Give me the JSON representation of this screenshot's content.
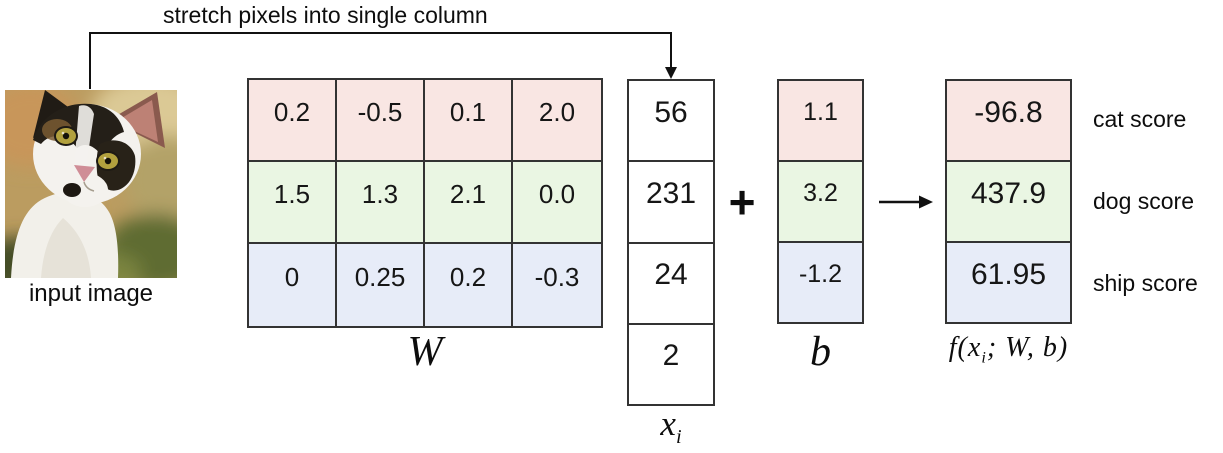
{
  "diagram": {
    "stretch_label": "stretch pixels into single column",
    "input_image_label": "input image",
    "plus_operator": "+"
  },
  "icons": {
    "stretch_arrow": "elbow-arrow-down",
    "result_arrow": "right-arrow",
    "input_image": "cat-photo"
  },
  "w_matrix": {
    "label": "W",
    "rows": [
      {
        "color_name": "pink",
        "values": [
          "0.2",
          "-0.5",
          "0.1",
          "2.0"
        ]
      },
      {
        "color_name": "green",
        "values": [
          "1.5",
          "1.3",
          "2.1",
          "0.0"
        ]
      },
      {
        "color_name": "blue",
        "values": [
          "0",
          "0.25",
          "0.2",
          "-0.3"
        ]
      }
    ]
  },
  "x_vector": {
    "label_base": "x",
    "label_sub": "i",
    "values": [
      "56",
      "231",
      "24",
      "2"
    ]
  },
  "b_vector": {
    "label": "b",
    "values": [
      "1.1",
      "3.2",
      "-1.2"
    ],
    "row_colors": [
      "pink",
      "green",
      "blue"
    ]
  },
  "output": {
    "label_parts": {
      "prefix": "f(",
      "x": "x",
      "sub": "i",
      "suffix": "; W, b)"
    },
    "rows": [
      {
        "value": "-96.8",
        "score_label": "cat score",
        "color_name": "pink"
      },
      {
        "value": "437.9",
        "score_label": "dog score",
        "color_name": "green"
      },
      {
        "value": "61.95",
        "score_label": "ship score",
        "color_name": "blue"
      }
    ]
  },
  "colors": {
    "pink": "#f9e6e3",
    "green": "#eaf6e3",
    "blue": "#e7ecf8",
    "border": "#333333",
    "arrow": "#111111"
  }
}
